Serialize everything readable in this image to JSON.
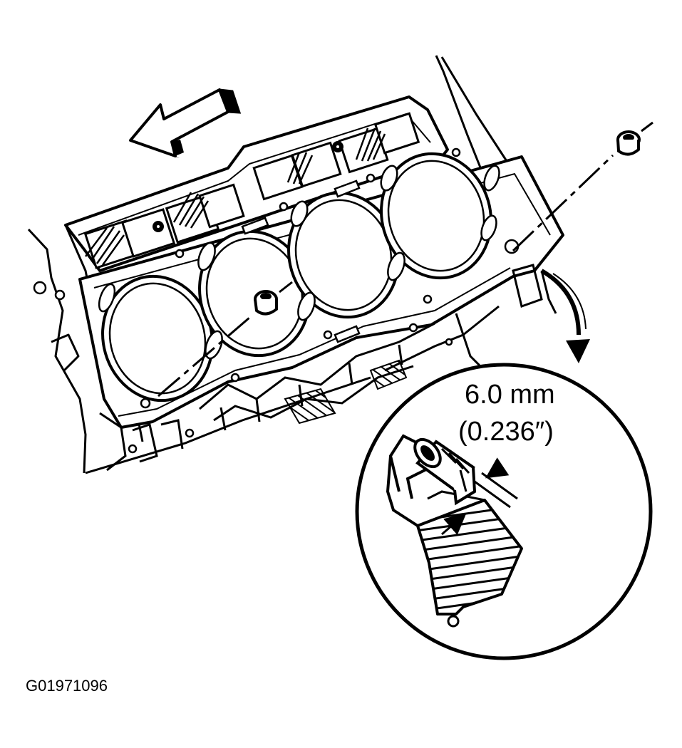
{
  "diagram": {
    "callout": {
      "dimension_metric": "6.0 mm",
      "dimension_imperial": "(0.236″)"
    },
    "figure_code": "G01971096"
  },
  "icons": {
    "direction_arrow": "front-direction-arrow-icon",
    "detail_pointer": "curved-pointer-arrow-icon",
    "dowel": "dowel-pin-icon"
  },
  "colors": {
    "ink": "#000000",
    "paper": "#ffffff"
  }
}
